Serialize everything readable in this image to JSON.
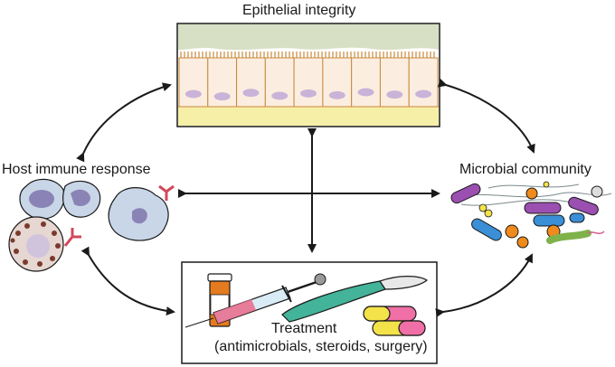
{
  "labels": {
    "epithelial": "Epithelial integrity",
    "host": "Host immune response",
    "microbial": "Microbial community",
    "treatment_line1": "Treatment",
    "treatment_line2": "(antimicrobials, steroids, surgery)"
  },
  "colors": {
    "stroke": "#1a1a1a",
    "mucus": "#d7e0c4",
    "cell_fill": "#fbeee0",
    "cell_border": "#c8883a",
    "basement": "#f6efa8",
    "nucleus": "#c9b3d8",
    "immune_cell": "#c8d6e8",
    "immune_nucleus": "#8a84b6",
    "antibody": "#d3485a",
    "mast_cell": "#e6d7d2",
    "granule": "#7a3a2c",
    "bacteria_purple": "#9b4fb0",
    "bacteria_blue": "#3a8fd6",
    "bacteria_orange": "#f08a1c",
    "bacteria_green": "#7fb24a",
    "bacteria_pink": "#d85b8f",
    "bottle": "#e47b1f",
    "scalpel": "#43b39a",
    "pill_pink": "#ef6fa6",
    "pill_yellow": "#f3e24a"
  }
}
